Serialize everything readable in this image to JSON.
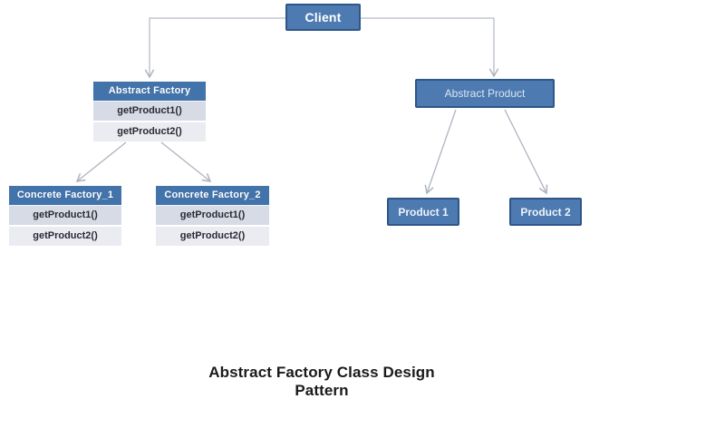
{
  "diagram": {
    "title": "Abstract Factory Class Design Pattern",
    "colors": {
      "node_fill": "#4d7ab0",
      "node_border": "#2e5688",
      "table_header_fill": "#4273ab",
      "row_alt1_fill": "#d6dbe5",
      "row_alt2_fill": "#eaecf2",
      "connector": "#aeb4bf",
      "title_text": "#1a1a1a"
    },
    "nodes": {
      "client": {
        "label": "Client"
      },
      "abstract_factory": {
        "title": "Abstract Factory",
        "methods": [
          "getProduct1()",
          "getProduct2()"
        ]
      },
      "concrete_factory_1": {
        "title": "Concrete Factory_1",
        "methods": [
          "getProduct1()",
          "getProduct2()"
        ]
      },
      "concrete_factory_2": {
        "title": "Concrete Factory_2",
        "methods": [
          "getProduct1()",
          "getProduct2()"
        ]
      },
      "abstract_product": {
        "label": "Abstract Product"
      },
      "product_1": {
        "label": "Product 1"
      },
      "product_2": {
        "label": "Product 2"
      }
    },
    "edges": [
      "client -> abstract_factory",
      "client -> abstract_product",
      "abstract_factory -> concrete_factory_1",
      "abstract_factory -> concrete_factory_2",
      "abstract_product -> product_1",
      "abstract_product -> product_2"
    ]
  }
}
